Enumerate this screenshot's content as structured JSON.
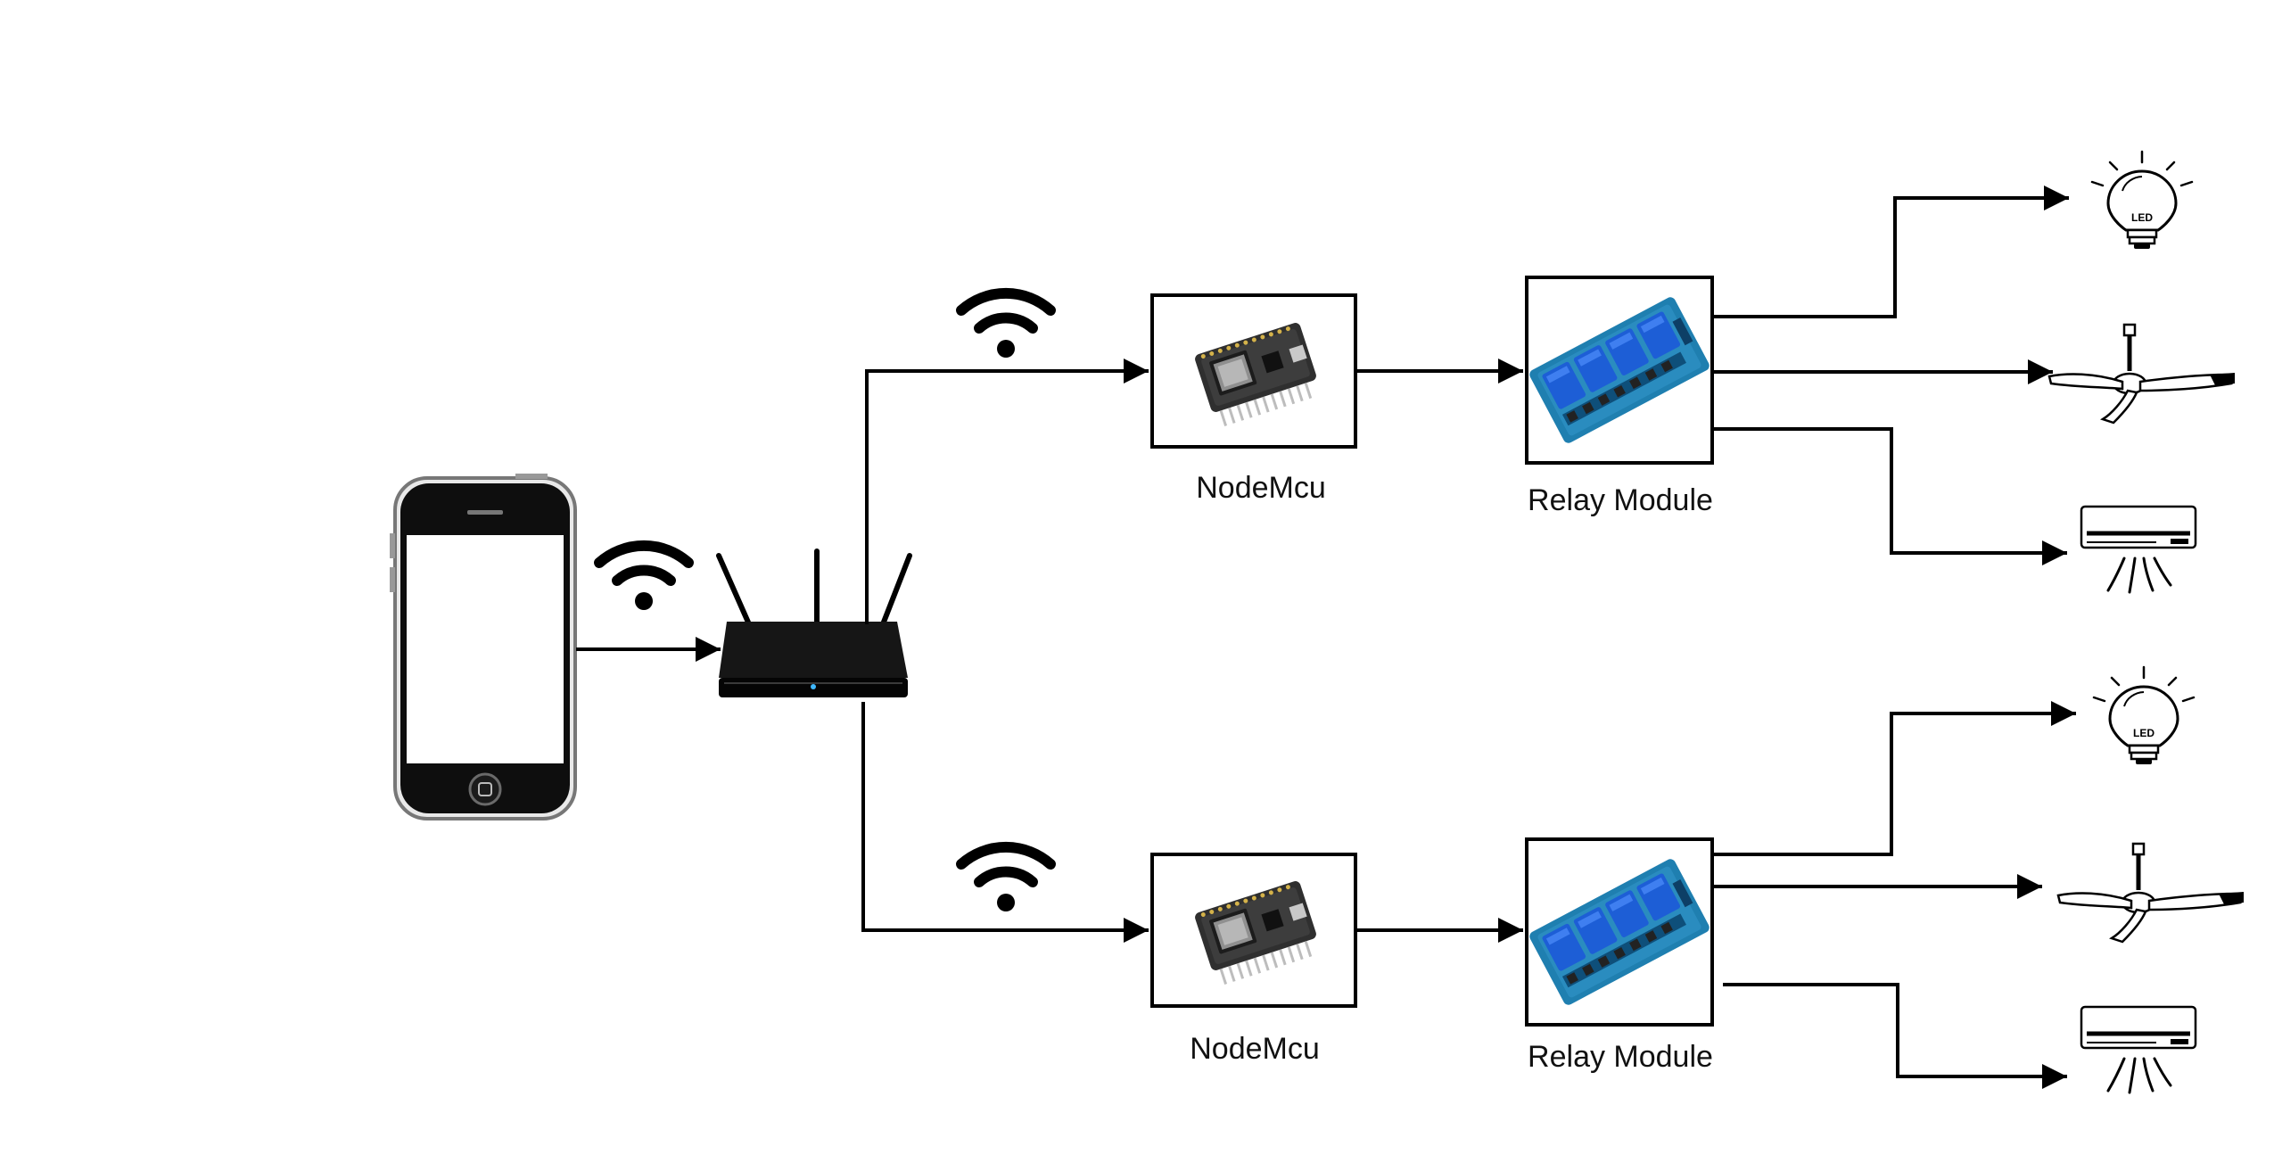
{
  "diagram": {
    "nodes": [
      {
        "id": "phone",
        "kind": "smartphone",
        "icon": "smartphone-icon"
      },
      {
        "id": "router",
        "kind": "wifi-router",
        "icon": "router-icon"
      },
      {
        "id": "nodemcu-1",
        "kind": "microcontroller",
        "label": "NodeMcu",
        "icon": "nodemcu-board-icon"
      },
      {
        "id": "nodemcu-2",
        "kind": "microcontroller",
        "label": "NodeMcu",
        "icon": "nodemcu-board-icon"
      },
      {
        "id": "relay-1",
        "kind": "relay",
        "label": "Relay Module",
        "icon": "relay-board-icon"
      },
      {
        "id": "relay-2",
        "kind": "relay",
        "label": "Relay Module",
        "icon": "relay-board-icon"
      },
      {
        "id": "bulb-1",
        "kind": "appliance",
        "icon": "led-bulb-icon",
        "print": "LED"
      },
      {
        "id": "fan-1",
        "kind": "appliance",
        "icon": "ceiling-fan-icon"
      },
      {
        "id": "ac-1",
        "kind": "appliance",
        "icon": "air-conditioner-icon"
      },
      {
        "id": "bulb-2",
        "kind": "appliance",
        "icon": "led-bulb-icon",
        "print": "LED"
      },
      {
        "id": "fan-2",
        "kind": "appliance",
        "icon": "ceiling-fan-icon"
      },
      {
        "id": "ac-2",
        "kind": "appliance",
        "icon": "air-conditioner-icon"
      }
    ],
    "edges": [
      {
        "from": "phone",
        "to": "router",
        "medium": "wifi"
      },
      {
        "from": "router",
        "to": "nodemcu-1",
        "medium": "wifi"
      },
      {
        "from": "router",
        "to": "nodemcu-2",
        "medium": "wifi"
      },
      {
        "from": "nodemcu-1",
        "to": "relay-1",
        "medium": "wire"
      },
      {
        "from": "nodemcu-2",
        "to": "relay-2",
        "medium": "wire"
      },
      {
        "from": "relay-1",
        "to": "bulb-1",
        "medium": "wire"
      },
      {
        "from": "relay-1",
        "to": "fan-1",
        "medium": "wire"
      },
      {
        "from": "relay-1",
        "to": "ac-1",
        "medium": "wire"
      },
      {
        "from": "relay-2",
        "to": "bulb-2",
        "medium": "wire"
      },
      {
        "from": "relay-2",
        "to": "fan-2",
        "medium": "wire"
      },
      {
        "from": "relay-2",
        "to": "ac-2",
        "medium": "wire"
      }
    ],
    "colors": {
      "line": "#000000",
      "relay_pcb": "#1f7fb0",
      "relay_block": "#1d5ed6",
      "board_pcb": "#3a3a3a"
    }
  }
}
